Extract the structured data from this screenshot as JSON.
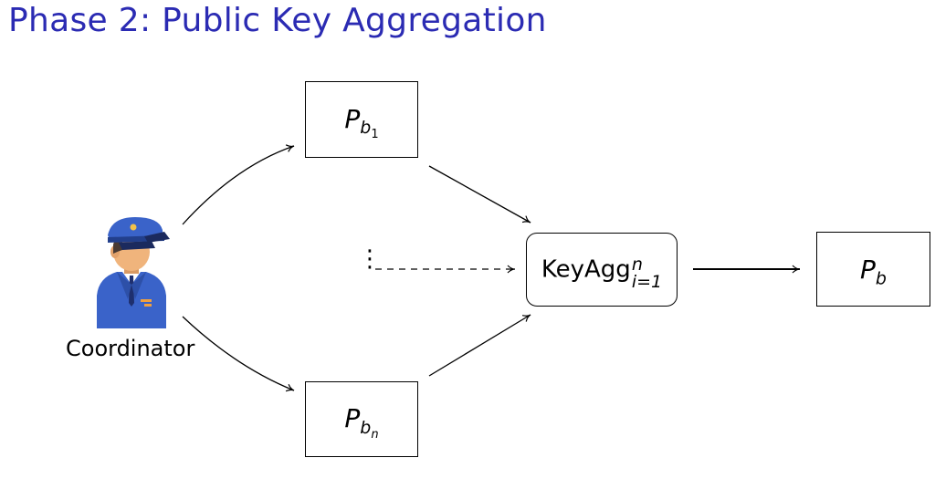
{
  "title": "Phase 2: Public Key Aggregation",
  "coordinator": {
    "label": "Coordinator",
    "icon": "police-officer-icon"
  },
  "nodes": {
    "pb1": {
      "base": "P",
      "sub": "b",
      "subsub": "1"
    },
    "pbn": {
      "base": "P",
      "sub": "b",
      "subsub": "n"
    },
    "keyagg": {
      "base": "KeyAgg",
      "sup": "n",
      "sub": "i=1"
    },
    "pb": {
      "base": "P",
      "sub": "b"
    }
  },
  "ellipsis": "⋮",
  "colors": {
    "title": "#2b2bb3",
    "uniform": "#3a63c9",
    "skin": "#f0b47c"
  }
}
